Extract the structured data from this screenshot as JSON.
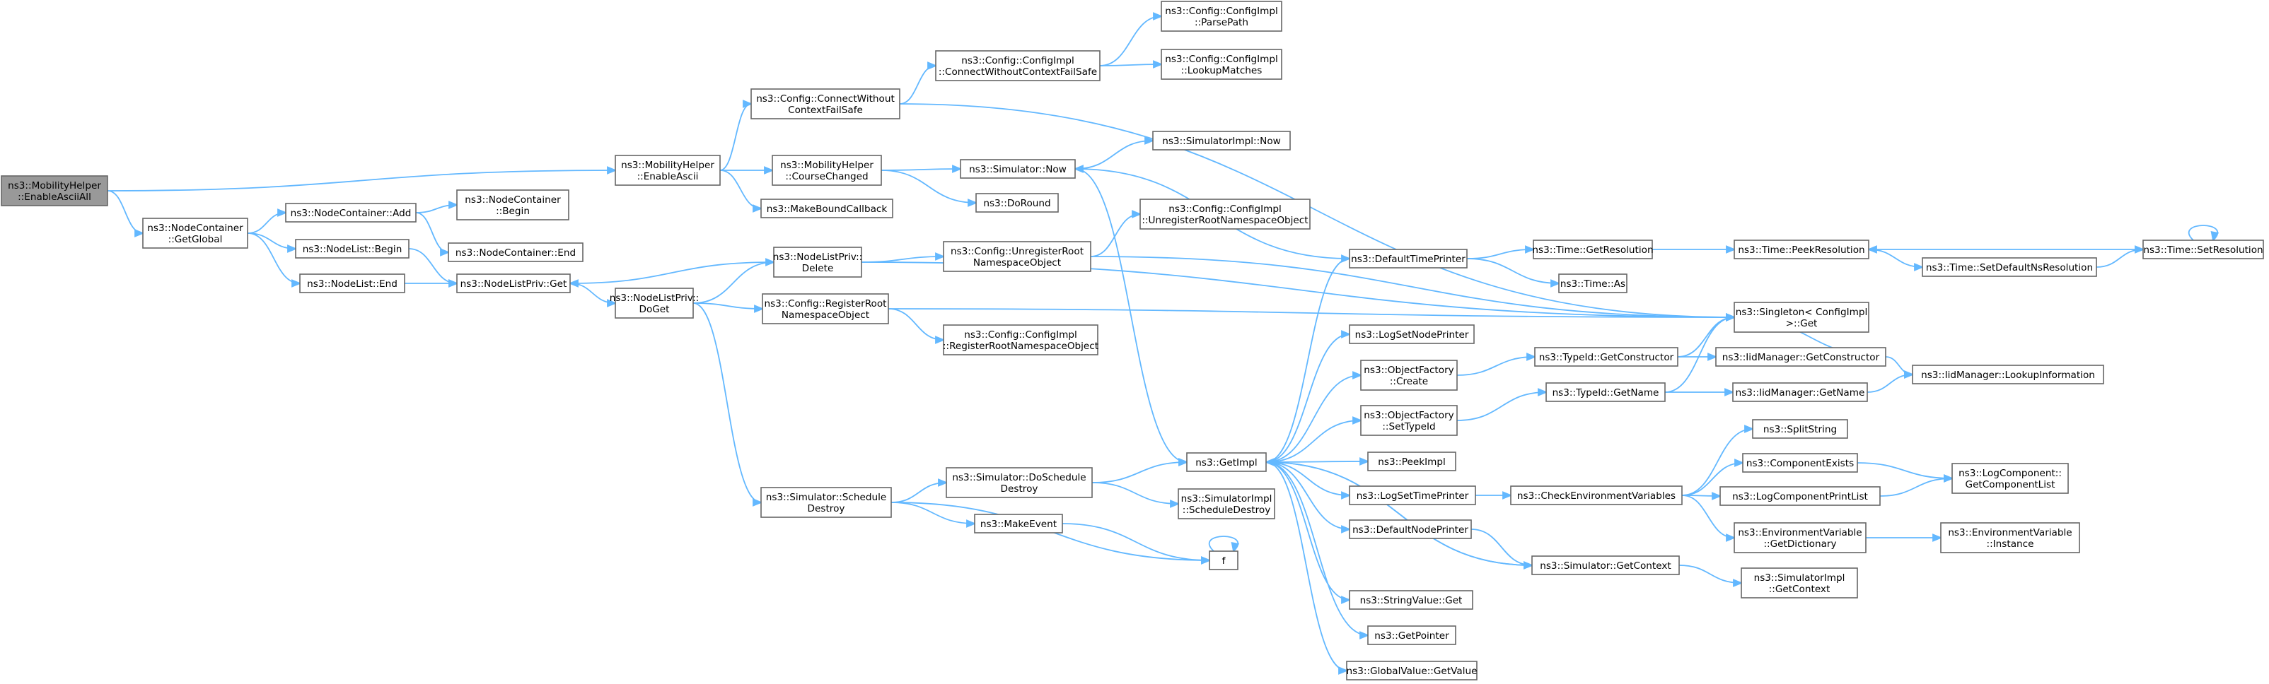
{
  "graph": {
    "edge_color": "#63b8ff",
    "root_fill": "#999999",
    "nodes": [
      {
        "id": "n_root",
        "lines": [
          "ns3::MobilityHelper",
          "::EnableAsciiAll"
        ],
        "root": true
      },
      {
        "id": "n_enableascii",
        "lines": [
          "ns3::MobilityHelper",
          "::EnableAscii"
        ]
      },
      {
        "id": "n_getglobal",
        "lines": [
          "ns3::NodeContainer",
          "::GetGlobal"
        ]
      },
      {
        "id": "n_configconnect",
        "lines": [
          "ns3::Config::ConnectWithout",
          "ContextFailSafe"
        ]
      },
      {
        "id": "n_coursechanged",
        "lines": [
          "ns3::MobilityHelper",
          "::CourseChanged"
        ]
      },
      {
        "id": "n_makeboundcallback",
        "lines": [
          "ns3::MakeBoundCallback"
        ]
      },
      {
        "id": "n_cfgimpl_connect",
        "lines": [
          "ns3::Config::ConfigImpl",
          "::ConnectWithoutContextFailSafe"
        ]
      },
      {
        "id": "n_parsepath",
        "lines": [
          "ns3::Config::ConfigImpl",
          "::ParsePath"
        ]
      },
      {
        "id": "n_lookupmatches",
        "lines": [
          "ns3::Config::ConfigImpl",
          "::LookupMatches"
        ]
      },
      {
        "id": "n_singleton_get",
        "lines": [
          "ns3::Singleton< ConfigImpl",
          ">::Get"
        ]
      },
      {
        "id": "n_nc_add",
        "lines": [
          "ns3::NodeContainer::Add"
        ]
      },
      {
        "id": "n_nc_begin",
        "lines": [
          "ns3::NodeContainer",
          "::Begin"
        ]
      },
      {
        "id": "n_nc_end",
        "lines": [
          "ns3::NodeContainer::End"
        ]
      },
      {
        "id": "n_nl_begin",
        "lines": [
          "ns3::NodeList::Begin"
        ]
      },
      {
        "id": "n_nl_end",
        "lines": [
          "ns3::NodeList::End"
        ]
      },
      {
        "id": "n_nlp_get",
        "lines": [
          "ns3::NodeListPriv::Get"
        ]
      },
      {
        "id": "n_nlp_doget",
        "lines": [
          "ns3::NodeListPriv::",
          "DoGet"
        ]
      },
      {
        "id": "n_nlp_delete",
        "lines": [
          "ns3::NodeListPriv::",
          "Delete"
        ]
      },
      {
        "id": "n_cfg_register",
        "lines": [
          "ns3::Config::RegisterRoot",
          "NamespaceObject"
        ]
      },
      {
        "id": "n_cfg_unregister",
        "lines": [
          "ns3::Config::UnregisterRoot",
          "NamespaceObject"
        ]
      },
      {
        "id": "n_cfgimpl_unregister",
        "lines": [
          "ns3::Config::ConfigImpl",
          "::UnregisterRootNamespaceObject"
        ]
      },
      {
        "id": "n_cfgimpl_register",
        "lines": [
          "ns3::Config::ConfigImpl",
          "::RegisterRootNamespaceObject"
        ]
      },
      {
        "id": "n_sim_now",
        "lines": [
          "ns3::Simulator::Now"
        ]
      },
      {
        "id": "n_simimpl_now",
        "lines": [
          "ns3::SimulatorImpl::Now"
        ]
      },
      {
        "id": "n_doround",
        "lines": [
          "ns3::DoRound"
        ]
      },
      {
        "id": "n_sim_scheduledestroy",
        "lines": [
          "ns3::Simulator::Schedule",
          "Destroy"
        ]
      },
      {
        "id": "n_sim_doscheduledestroy",
        "lines": [
          "ns3::Simulator::DoSchedule",
          "Destroy"
        ]
      },
      {
        "id": "n_makeevent",
        "lines": [
          "ns3::MakeEvent"
        ]
      },
      {
        "id": "n_f",
        "lines": [
          "f"
        ]
      },
      {
        "id": "n_getimpl",
        "lines": [
          "ns3::GetImpl"
        ]
      },
      {
        "id": "n_simimpl_scheduledestroy",
        "lines": [
          "ns3::SimulatorImpl",
          "::ScheduleDestroy"
        ]
      },
      {
        "id": "n_defaulttimeprinter",
        "lines": [
          "ns3::DefaultTimePrinter"
        ]
      },
      {
        "id": "n_time_getresolution",
        "lines": [
          "ns3::Time::GetResolution"
        ]
      },
      {
        "id": "n_time_as",
        "lines": [
          "ns3::Time::As"
        ]
      },
      {
        "id": "n_time_peekresolution",
        "lines": [
          "ns3::Time::PeekResolution"
        ]
      },
      {
        "id": "n_time_setdefaultnsres",
        "lines": [
          "ns3::Time::SetDefaultNsResolution"
        ]
      },
      {
        "id": "n_time_setresolution",
        "lines": [
          "ns3::Time::SetResolution"
        ]
      },
      {
        "id": "n_logsetnodeprinter",
        "lines": [
          "ns3::LogSetNodePrinter"
        ]
      },
      {
        "id": "n_objfactory_create",
        "lines": [
          "ns3::ObjectFactory",
          "::Create"
        ]
      },
      {
        "id": "n_objfactory_settypeid",
        "lines": [
          "ns3::ObjectFactory",
          "::SetTypeId"
        ]
      },
      {
        "id": "n_typeid_getconstructor",
        "lines": [
          "ns3::TypeId::GetConstructor"
        ]
      },
      {
        "id": "n_typeid_getname",
        "lines": [
          "ns3::TypeId::GetName"
        ]
      },
      {
        "id": "n_iid_getconstructor",
        "lines": [
          "ns3::IidManager::GetConstructor"
        ]
      },
      {
        "id": "n_iid_getname",
        "lines": [
          "ns3::IidManager::GetName"
        ]
      },
      {
        "id": "n_iid_lookupinfo",
        "lines": [
          "ns3::IidManager::LookupInformation"
        ]
      },
      {
        "id": "n_peekimpl",
        "lines": [
          "ns3::PeekImpl"
        ]
      },
      {
        "id": "n_logsettimeprinter",
        "lines": [
          "ns3::LogSetTimePrinter"
        ]
      },
      {
        "id": "n_checkenv",
        "lines": [
          "ns3::CheckEnvironmentVariables"
        ]
      },
      {
        "id": "n_splitstring",
        "lines": [
          "ns3::SplitString"
        ]
      },
      {
        "id": "n_componentexists",
        "lines": [
          "ns3::ComponentExists"
        ]
      },
      {
        "id": "n_logcomponentprintlist",
        "lines": [
          "ns3::LogComponentPrintList"
        ]
      },
      {
        "id": "n_envvar_getdict",
        "lines": [
          "ns3::EnvironmentVariable",
          "::GetDictionary"
        ]
      },
      {
        "id": "n_logcomponent_getlist",
        "lines": [
          "ns3::LogComponent::",
          "GetComponentList"
        ]
      },
      {
        "id": "n_envvar_instance",
        "lines": [
          "ns3::EnvironmentVariable",
          "::Instance"
        ]
      },
      {
        "id": "n_defaultnodeprinter",
        "lines": [
          "ns3::DefaultNodePrinter"
        ]
      },
      {
        "id": "n_sim_getcontext",
        "lines": [
          "ns3::Simulator::GetContext"
        ]
      },
      {
        "id": "n_simimpl_getcontext",
        "lines": [
          "ns3::SimulatorImpl",
          "::GetContext"
        ]
      },
      {
        "id": "n_stringvalue_get",
        "lines": [
          "ns3::StringValue::Get"
        ]
      },
      {
        "id": "n_getpointer",
        "lines": [
          "ns3::GetPointer"
        ]
      },
      {
        "id": "n_globalvalue_getvalue",
        "lines": [
          "ns3::GlobalValue::GetValue"
        ]
      }
    ],
    "edges": [
      [
        "n_root",
        "n_enableascii"
      ],
      [
        "n_root",
        "n_getglobal"
      ],
      [
        "n_enableascii",
        "n_configconnect"
      ],
      [
        "n_enableascii",
        "n_coursechanged"
      ],
      [
        "n_enableascii",
        "n_makeboundcallback"
      ],
      [
        "n_configconnect",
        "n_cfgimpl_connect"
      ],
      [
        "n_configconnect",
        "n_singleton_get"
      ],
      [
        "n_cfgimpl_connect",
        "n_parsepath"
      ],
      [
        "n_cfgimpl_connect",
        "n_lookupmatches"
      ],
      [
        "n_coursechanged",
        "n_sim_now"
      ],
      [
        "n_coursechanged",
        "n_doround"
      ],
      [
        "n_sim_now",
        "n_simimpl_now"
      ],
      [
        "n_sim_now",
        "n_getimpl"
      ],
      [
        "n_getglobal",
        "n_nc_add"
      ],
      [
        "n_getglobal",
        "n_nl_begin"
      ],
      [
        "n_getglobal",
        "n_nl_end"
      ],
      [
        "n_nc_add",
        "n_nc_begin"
      ],
      [
        "n_nc_add",
        "n_nc_end"
      ],
      [
        "n_nl_begin",
        "n_nlp_get"
      ],
      [
        "n_nl_end",
        "n_nlp_get"
      ],
      [
        "n_nlp_get",
        "n_nlp_doget"
      ],
      [
        "n_nlp_doget",
        "n_nlp_delete"
      ],
      [
        "n_nlp_doget",
        "n_cfg_register"
      ],
      [
        "n_nlp_doget",
        "n_sim_scheduledestroy"
      ],
      [
        "n_nlp_delete",
        "n_nlp_get"
      ],
      [
        "n_nlp_delete",
        "n_cfg_unregister"
      ],
      [
        "n_cfg_unregister",
        "n_cfgimpl_unregister"
      ],
      [
        "n_cfg_unregister",
        "n_singleton_get"
      ],
      [
        "n_cfg_register",
        "n_cfgimpl_register"
      ],
      [
        "n_cfg_register",
        "n_singleton_get"
      ],
      [
        "n_sim_scheduledestroy",
        "n_sim_doscheduledestroy"
      ],
      [
        "n_sim_scheduledestroy",
        "n_makeevent"
      ],
      [
        "n_sim_scheduledestroy",
        "n_f"
      ],
      [
        "n_sim_doscheduledestroy",
        "n_getimpl"
      ],
      [
        "n_sim_doscheduledestroy",
        "n_simimpl_scheduledestroy"
      ],
      [
        "n_makeevent",
        "n_f"
      ],
      [
        "n_f",
        "n_f"
      ],
      [
        "n_getimpl",
        "n_defaulttimeprinter"
      ],
      [
        "n_getimpl",
        "n_logsetnodeprinter"
      ],
      [
        "n_getimpl",
        "n_objfactory_create"
      ],
      [
        "n_getimpl",
        "n_objfactory_settypeid"
      ],
      [
        "n_getimpl",
        "n_peekimpl"
      ],
      [
        "n_getimpl",
        "n_logsettimeprinter"
      ],
      [
        "n_getimpl",
        "n_defaultnodeprinter"
      ],
      [
        "n_getimpl",
        "n_sim_getcontext"
      ],
      [
        "n_getimpl",
        "n_stringvalue_get"
      ],
      [
        "n_getimpl",
        "n_getpointer"
      ],
      [
        "n_getimpl",
        "n_globalvalue_getvalue"
      ],
      [
        "n_defaulttimeprinter",
        "n_sim_now"
      ],
      [
        "n_defaulttimeprinter",
        "n_time_getresolution"
      ],
      [
        "n_defaulttimeprinter",
        "n_time_as"
      ],
      [
        "n_time_getresolution",
        "n_time_peekresolution"
      ],
      [
        "n_time_peekresolution",
        "n_time_setdefaultnsres"
      ],
      [
        "n_time_setdefaultnsres",
        "n_time_setresolution"
      ],
      [
        "n_time_setresolution",
        "n_time_peekresolution"
      ],
      [
        "n_time_setresolution",
        "n_time_setresolution"
      ],
      [
        "n_objfactory_create",
        "n_typeid_getconstructor"
      ],
      [
        "n_objfactory_settypeid",
        "n_typeid_getname"
      ],
      [
        "n_typeid_getconstructor",
        "n_iid_getconstructor"
      ],
      [
        "n_typeid_getconstructor",
        "n_singleton_get"
      ],
      [
        "n_typeid_getname",
        "n_iid_getname"
      ],
      [
        "n_typeid_getname",
        "n_singleton_get"
      ],
      [
        "n_iid_getconstructor",
        "n_iid_lookupinfo"
      ],
      [
        "n_iid_getname",
        "n_iid_lookupinfo"
      ],
      [
        "n_iid_getconstructor",
        "n_singleton_get"
      ],
      [
        "n_logsettimeprinter",
        "n_checkenv"
      ],
      [
        "n_checkenv",
        "n_splitstring"
      ],
      [
        "n_checkenv",
        "n_componentexists"
      ],
      [
        "n_checkenv",
        "n_logcomponentprintlist"
      ],
      [
        "n_checkenv",
        "n_envvar_getdict"
      ],
      [
        "n_componentexists",
        "n_logcomponent_getlist"
      ],
      [
        "n_logcomponentprintlist",
        "n_logcomponent_getlist"
      ],
      [
        "n_envvar_getdict",
        "n_envvar_instance"
      ],
      [
        "n_defaultnodeprinter",
        "n_sim_getcontext"
      ],
      [
        "n_sim_getcontext",
        "n_getimpl"
      ],
      [
        "n_sim_getcontext",
        "n_simimpl_getcontext"
      ],
      [
        "n_nlp_delete",
        "n_singleton_get"
      ]
    ]
  }
}
